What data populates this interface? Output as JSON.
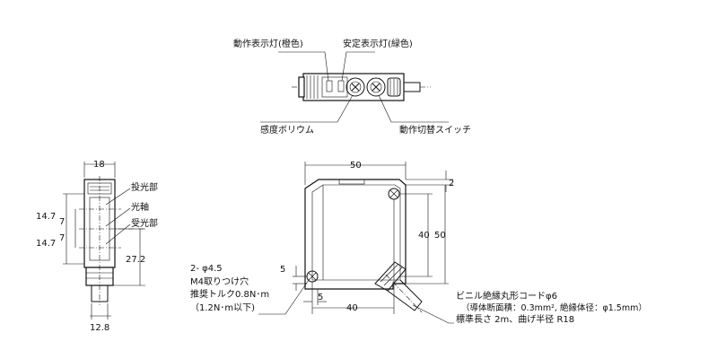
{
  "top_view": {
    "label_op_indicator": "動作表示灯(橙色)",
    "label_stab_indicator": "安定表示灯(緑色)",
    "label_volume": "感度ボリウム",
    "label_switch": "動作切替スイッチ"
  },
  "front_view": {
    "dim_width": "18",
    "dim_bottom_width": "12.8",
    "dim_upper_h": "14.7",
    "dim_lower_h": "14.7",
    "dim_7a": "7",
    "dim_7b": "7",
    "dim_272": "27.2",
    "label_emitter": "投光部",
    "label_axis": "光軸",
    "label_receiver": "受光部"
  },
  "side_view": {
    "dim_50_top": "50",
    "dim_2": "2",
    "dim_40_inner": "40",
    "dim_50_right": "50",
    "dim_5_left": "5",
    "dim_5_bottom": "5",
    "dim_40_bottom": "40",
    "hole_line1": "2- φ4.5",
    "hole_line2": "M4取りつけ穴",
    "hole_line3": "推奨トルク0.8N･m",
    "hole_line4": "（1.2N･m以下)",
    "cord_line1": "ビニル絶縁丸形コードφ6",
    "cord_line2": "（導体断面積：0.3mm², 絶縁体径：φ1.5mm）",
    "cord_line3": "標準長さ 2m、曲げ半径 R18"
  }
}
